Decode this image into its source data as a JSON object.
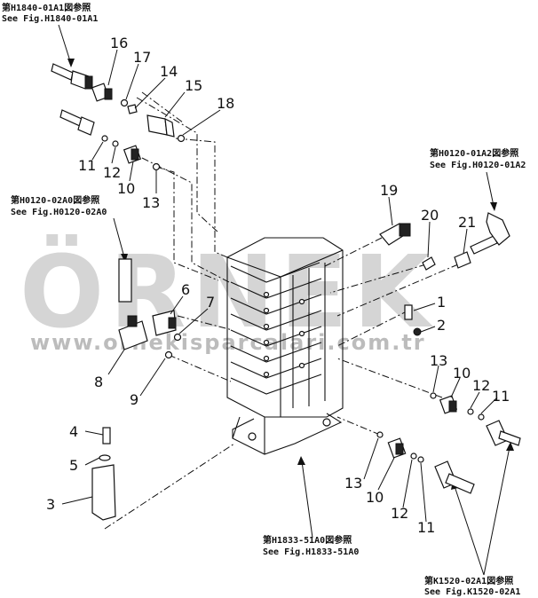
{
  "watermark": {
    "brand": "ÖRNEK",
    "site": "www.ornekisparcalari.com.tr"
  },
  "references": [
    {
      "id": "ref-h1840",
      "native": "第H1840-01A1図参照",
      "english": "See Fig.H1840-01A1"
    },
    {
      "id": "ref-h0120-a2",
      "native": "第H0120-01A2図参照",
      "english": "See Fig.H0120-01A2"
    },
    {
      "id": "ref-h0120-a0",
      "native": "第H0120-02A0図参照",
      "english": "See Fig.H0120-02A0"
    },
    {
      "id": "ref-h1833",
      "native": "第H1833-51A0図参照",
      "english": "See Fig.H1833-51A0"
    },
    {
      "id": "ref-k1520",
      "native": "第K1520-02A1図参照",
      "english": "See Fig.K1520-02A1"
    }
  ],
  "callouts": [
    "16",
    "17",
    "14",
    "15",
    "18",
    "11",
    "12",
    "10",
    "13",
    "19",
    "20",
    "21",
    "6",
    "7",
    "8",
    "9",
    "1",
    "2",
    "13",
    "10",
    "12",
    "11",
    "4",
    "5",
    "3",
    "13",
    "10",
    "12",
    "11"
  ]
}
